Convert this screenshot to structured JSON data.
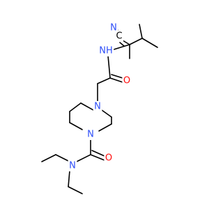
{
  "colors": {
    "bond": "#000000",
    "nitrogen": "#3050f8",
    "oxygen": "#ff0d0d",
    "carbon": "#000000",
    "background": "#ffffff"
  },
  "atoms": {
    "cn_carbon": "C",
    "cn_nitrogen": "N",
    "amide_nh": "NH",
    "amide_oxygen": "O",
    "piperazine_n_top": "N",
    "piperazine_n_bottom": "N",
    "carbamoyl_oxygen": "O",
    "diethylamine_n": "N"
  }
}
